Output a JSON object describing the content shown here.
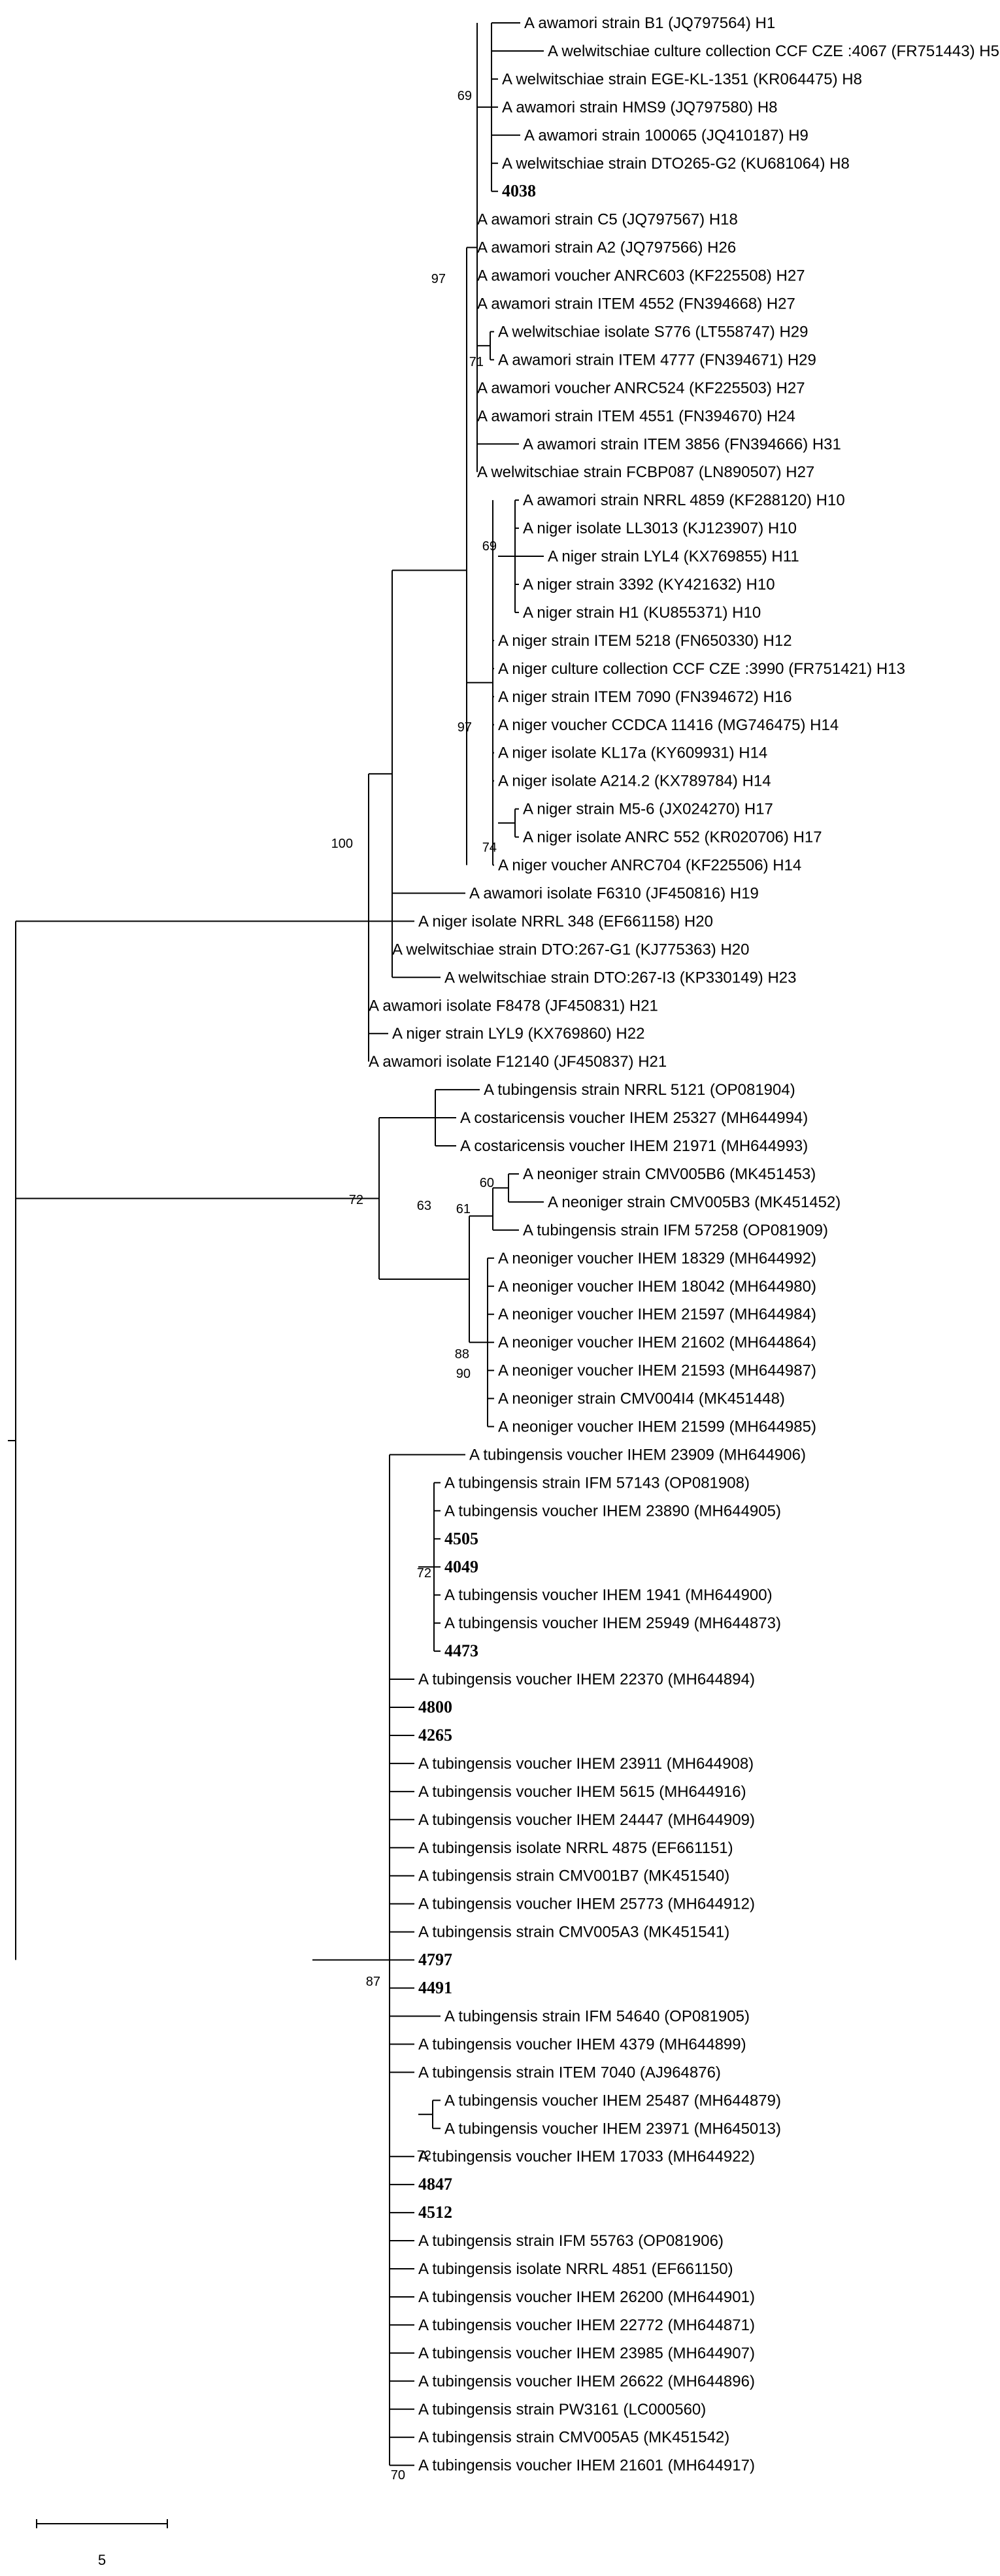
{
  "tree": {
    "bootstrap_labels": [
      "69",
      "97",
      "71",
      "69",
      "97",
      "74",
      "100",
      "72",
      "63",
      "60",
      "61",
      "88",
      "90",
      "72",
      "87",
      "72",
      "70"
    ],
    "leaves": [
      {
        "label": "A awamori strain B1 (JQ797564) H1"
      },
      {
        "label": "A welwitschiae culture collection CCF CZE :4067 (FR751443) H5"
      },
      {
        "label": "A welwitschiae strain EGE-KL-1351 (KR064475) H8"
      },
      {
        "label": "A awamori strain HMS9 (JQ797580) H8"
      },
      {
        "label": "A awamori strain 100065 (JQ410187) H9"
      },
      {
        "label": "A welwitschiae strain DTO265-G2 (KU681064) H8"
      },
      {
        "label": "4038",
        "bold": true
      },
      {
        "label": "A awamori strain C5 (JQ797567) H18"
      },
      {
        "label": "A awamori strain A2 (JQ797566) H26"
      },
      {
        "label": "A awamori voucher ANRC603 (KF225508) H27"
      },
      {
        "label": "A awamori strain ITEM 4552 (FN394668) H27"
      },
      {
        "label": "A welwitschiae isolate S776 (LT558747) H29"
      },
      {
        "label": "A awamori strain ITEM 4777 (FN394671) H29"
      },
      {
        "label": "A awamori voucher ANRC524 (KF225503) H27"
      },
      {
        "label": "A awamori strain ITEM 4551 (FN394670) H24"
      },
      {
        "label": "A awamori strain ITEM 3856 (FN394666) H31"
      },
      {
        "label": "A welwitschiae strain FCBP087 (LN890507) H27"
      },
      {
        "label": "A awamori strain NRRL 4859 (KF288120) H10"
      },
      {
        "label": "A niger isolate LL3013 (KJ123907) H10"
      },
      {
        "label": "A niger strain LYL4 (KX769855) H11"
      },
      {
        "label": "A niger strain 3392 (KY421632) H10"
      },
      {
        "label": "A niger strain H1 (KU855371) H10"
      },
      {
        "label": "A niger strain ITEM 5218 (FN650330) H12"
      },
      {
        "label": "A niger culture collection CCF CZE :3990 (FR751421) H13"
      },
      {
        "label": "A niger strain ITEM 7090 (FN394672) H16"
      },
      {
        "label": "A niger voucher CCDCA 11416 (MG746475) H14"
      },
      {
        "label": "A niger isolate KL17a (KY609931) H14"
      },
      {
        "label": "A niger isolate A214.2 (KX789784) H14"
      },
      {
        "label": "A niger strain M5-6 (JX024270) H17"
      },
      {
        "label": "A niger isolate ANRC 552 (KR020706) H17"
      },
      {
        "label": "A niger voucher ANRC704 (KF225506) H14"
      },
      {
        "label": "A awamori isolate F6310 (JF450816) H19"
      },
      {
        "label": "A niger isolate NRRL 348 (EF661158) H20"
      },
      {
        "label": "A welwitschiae strain DTO:267-G1 (KJ775363) H20"
      },
      {
        "label": "A welwitschiae strain DTO:267-I3 (KP330149) H23"
      },
      {
        "label": "A awamori isolate F8478 (JF450831) H21"
      },
      {
        "label": "A niger strain LYL9 (KX769860) H22"
      },
      {
        "label": "A awamori isolate F12140 (JF450837) H21"
      },
      {
        "label": "A tubingensis strain NRRL 5121 (OP081904)"
      },
      {
        "label": "A costaricensis voucher IHEM 25327 (MH644994)"
      },
      {
        "label": "A costaricensis voucher IHEM 21971 (MH644993)"
      },
      {
        "label": "A neoniger strain CMV005B6 (MK451453)"
      },
      {
        "label": "A neoniger strain CMV005B3 (MK451452)"
      },
      {
        "label": "A tubingensis strain IFM 57258 (OP081909)"
      },
      {
        "label": "A neoniger voucher IHEM 18329 (MH644992)"
      },
      {
        "label": "A neoniger voucher IHEM 18042 (MH644980)"
      },
      {
        "label": "A neoniger voucher IHEM 21597 (MH644984)"
      },
      {
        "label": "A neoniger voucher IHEM 21602 (MH644864)"
      },
      {
        "label": "A neoniger voucher IHEM 21593 (MH644987)"
      },
      {
        "label": "A neoniger strain CMV004I4 (MK451448)"
      },
      {
        "label": "A neoniger voucher IHEM 21599 (MH644985)"
      },
      {
        "label": "A tubingensis voucher IHEM 23909 (MH644906)"
      },
      {
        "label": "A tubingensis strain IFM 57143 (OP081908)"
      },
      {
        "label": "A tubingensis voucher IHEM 23890 (MH644905)"
      },
      {
        "label": "4505",
        "bold": true
      },
      {
        "label": "4049",
        "bold": true
      },
      {
        "label": "A tubingensis voucher IHEM 1941 (MH644900)"
      },
      {
        "label": "A tubingensis voucher IHEM 25949 (MH644873)"
      },
      {
        "label": "4473",
        "bold": true
      },
      {
        "label": "A tubingensis voucher IHEM 22370 (MH644894)"
      },
      {
        "label": "4800",
        "bold": true
      },
      {
        "label": "4265",
        "bold": true
      },
      {
        "label": "A tubingensis voucher IHEM 23911 (MH644908)"
      },
      {
        "label": "A tubingensis voucher IHEM 5615 (MH644916)"
      },
      {
        "label": "A tubingensis voucher IHEM 24447 (MH644909)"
      },
      {
        "label": "A tubingensis isolate NRRL 4875 (EF661151)"
      },
      {
        "label": "A tubingensis strain CMV001B7 (MK451540)"
      },
      {
        "label": "A tubingensis voucher IHEM 25773 (MH644912)"
      },
      {
        "label": "A tubingensis strain CMV005A3 (MK451541)"
      },
      {
        "label": "4797",
        "bold": true
      },
      {
        "label": "4491",
        "bold": true
      },
      {
        "label": "A tubingensis strain IFM 54640 (OP081905)"
      },
      {
        "label": "A tubingensis voucher IHEM 4379 (MH644899)"
      },
      {
        "label": "A tubingensis strain ITEM 7040 (AJ964876)"
      },
      {
        "label": "A tubingensis voucher IHEM 25487 (MH644879)"
      },
      {
        "label": "A tubingensis voucher IHEM 23971 (MH645013)"
      },
      {
        "label": "A tubingensis voucher IHEM 17033 (MH644922)"
      },
      {
        "label": "4847",
        "bold": true
      },
      {
        "label": "4512",
        "bold": true
      },
      {
        "label": "A tubingensis strain IFM 55763 (OP081906)"
      },
      {
        "label": "A tubingensis isolate NRRL 4851 (EF661150)"
      },
      {
        "label": "A tubingensis voucher IHEM 26200 (MH644901)"
      },
      {
        "label": "A tubingensis voucher IHEM 22772 (MH644871)"
      },
      {
        "label": "A tubingensis voucher IHEM 23985 (MH644907)"
      },
      {
        "label": "A tubingensis voucher IHEM 26622 (MH644896)"
      },
      {
        "label": "A tubingensis strain PW3161 (LC000560)"
      },
      {
        "label": "A tubingensis strain CMV005A5 (MK451542)"
      },
      {
        "label": "A tubingensis voucher IHEM 21601 (MH644917)"
      }
    ],
    "scale_bar": {
      "label": "5",
      "length": 5
    }
  }
}
